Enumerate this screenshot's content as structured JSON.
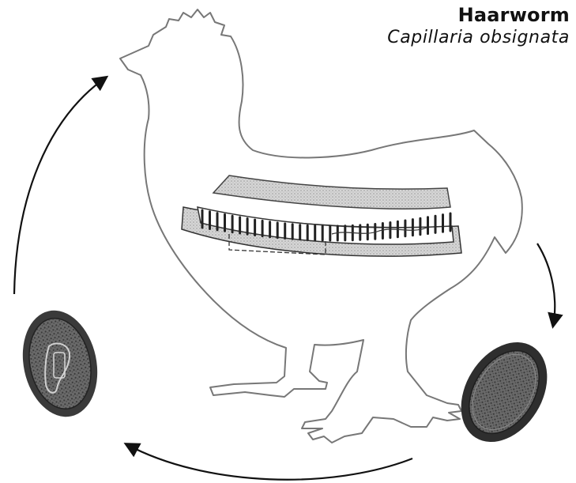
{
  "title": "Haarworm",
  "subtitle": "Capillaria obsignata",
  "diagram": {
    "elements": [
      {
        "id": "chicken",
        "icon": "chicken-outline-icon"
      },
      {
        "id": "intestine",
        "icon": "intestine-section-icon"
      },
      {
        "id": "egg-embryonated",
        "icon": "egg-embryonated-icon"
      },
      {
        "id": "egg-unembryonated",
        "icon": "egg-unembryonated-icon"
      },
      {
        "id": "arrow-chicken-to-egg",
        "icon": "cycle-arrow-icon"
      },
      {
        "id": "arrow-egg-to-egg",
        "icon": "cycle-arrow-icon"
      },
      {
        "id": "arrow-egg-to-chicken",
        "icon": "cycle-arrow-icon"
      }
    ],
    "colors": {
      "outline": "#777777",
      "ink": "#111111",
      "egg_dark": "#4a4a4a",
      "egg_mid": "#8a8a8a",
      "intestine_fill": "#d9d9d9"
    }
  }
}
